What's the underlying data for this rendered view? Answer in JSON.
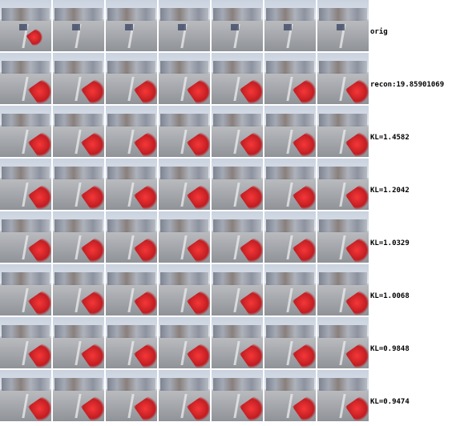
{
  "rows": [
    {
      "label": "orig"
    },
    {
      "label": "recon:19.85901069"
    },
    {
      "label": "KL=1.4582"
    },
    {
      "label": "KL=1.2042"
    },
    {
      "label": "KL=1.0329"
    },
    {
      "label": "KL=1.0068"
    },
    {
      "label": "KL=0.9848"
    },
    {
      "label": "KL=0.9474"
    }
  ],
  "grid": {
    "rows": 8,
    "cols": 7
  }
}
